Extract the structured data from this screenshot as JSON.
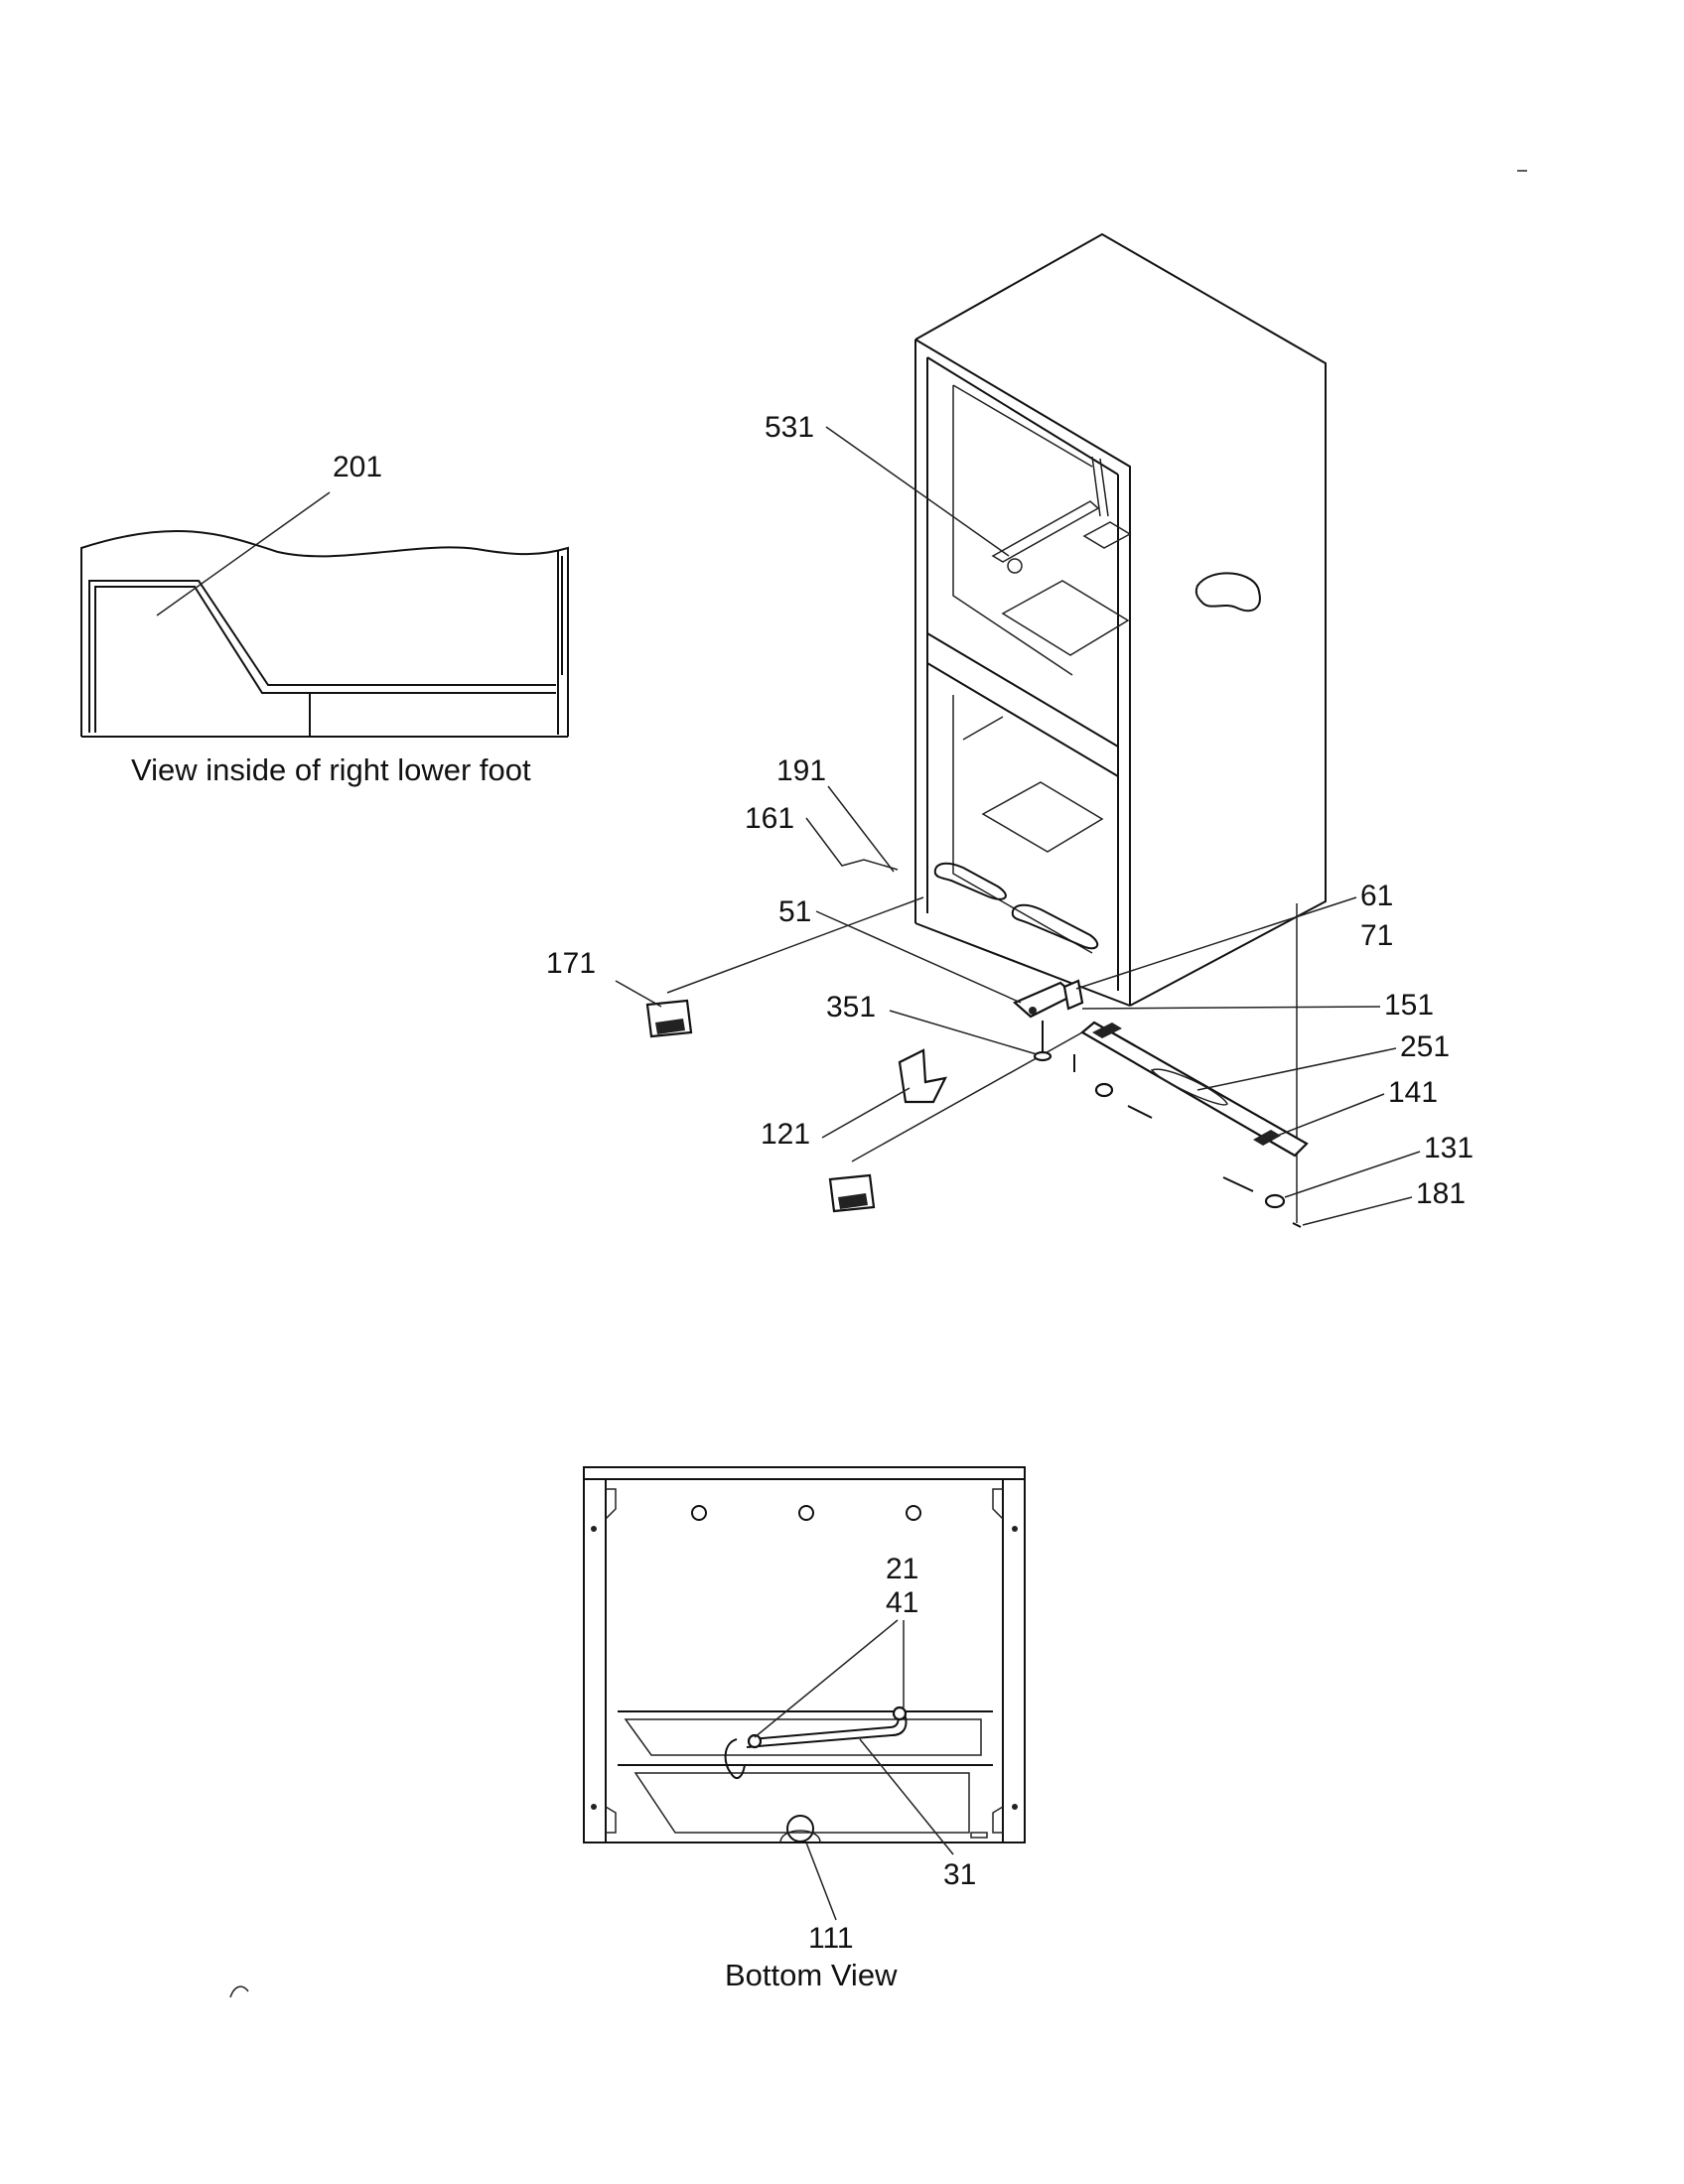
{
  "inset": {
    "caption": "View inside of right lower foot",
    "label": "201"
  },
  "main_view": {
    "labels": {
      "l531": "531",
      "l191": "191",
      "l161": "161",
      "l51": "51",
      "l61": "61",
      "l71": "71",
      "l171": "171",
      "l351": "351",
      "l151": "151",
      "l251": "251",
      "l141": "141",
      "l121": "121",
      "l131": "131",
      "l181": "181"
    }
  },
  "bottom_view": {
    "caption": "Bottom View",
    "labels": {
      "l21": "21",
      "l41": "41",
      "l31": "31",
      "l111": "111"
    }
  }
}
